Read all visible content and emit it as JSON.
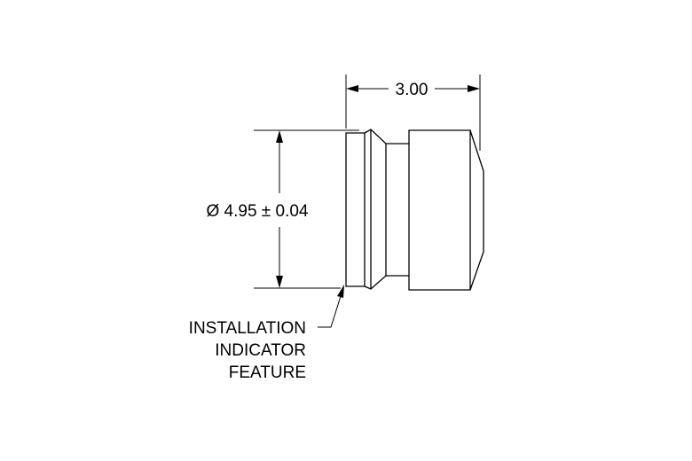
{
  "dimensions": {
    "length": "3.00",
    "diameter": "Ø 4.95 ± 0.04"
  },
  "callout": {
    "line1": "INSTALLATION",
    "line2": "INDICATOR",
    "line3": "FEATURE"
  },
  "colors": {
    "line": "#000000",
    "background": "#ffffff"
  }
}
